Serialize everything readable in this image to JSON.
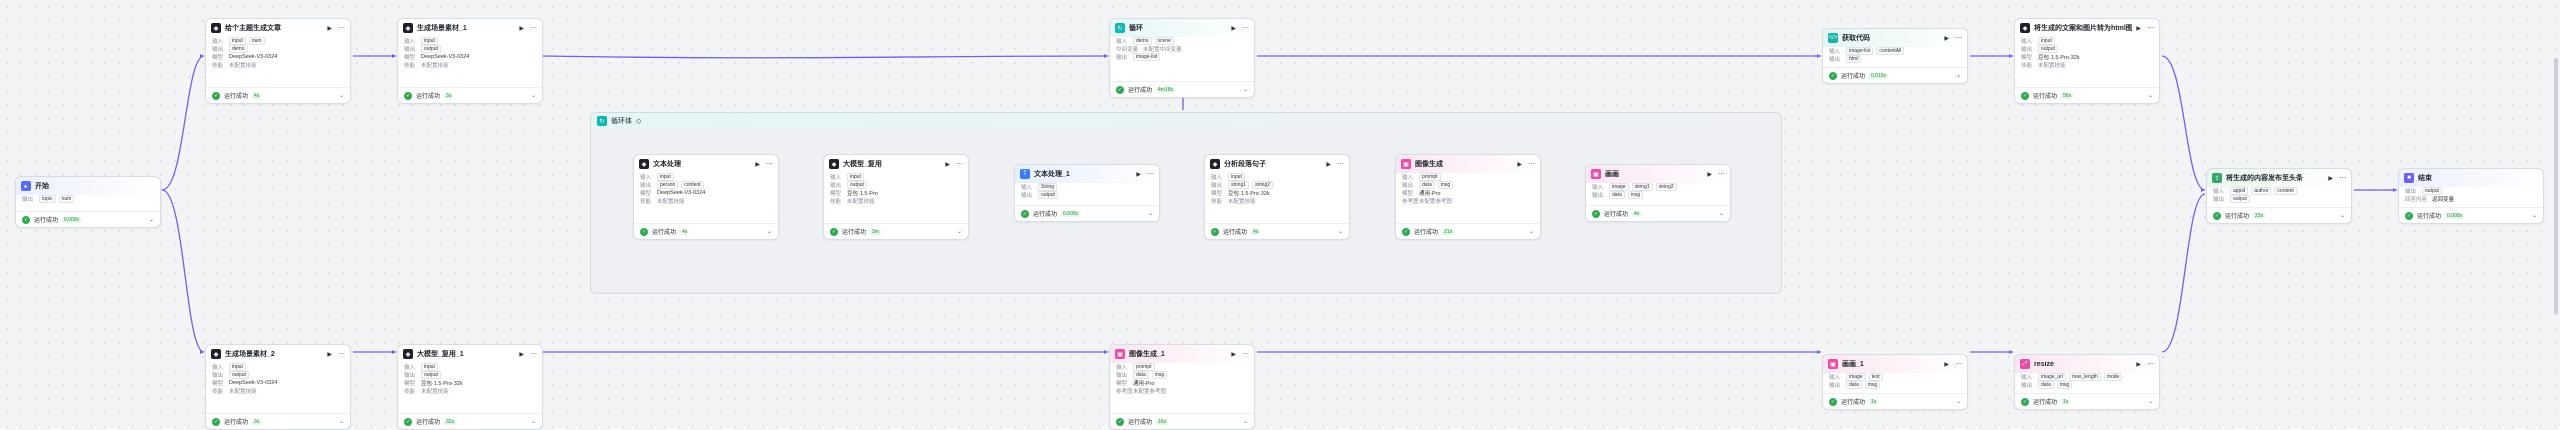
{
  "status_label": "运行成功",
  "loop_title": "循环体",
  "edge_color": "#6e62e6",
  "nodes": {
    "start": {
      "title": "开始",
      "icon": "start-icon",
      "out_label": "输出",
      "out_vars": [
        "topic",
        "num"
      ],
      "duration": "0.000s"
    },
    "main_article": {
      "title": "给个主题生成文章",
      "icon": "model-icon",
      "in_label": "输入",
      "in_vars": [
        "input",
        "num"
      ],
      "out_label": "输出",
      "out_vars": [
        "demo"
      ],
      "model_label": "模型",
      "model": "DeepSeek-V3-0324",
      "skill_label": "技能",
      "skill": "未配置技能",
      "duration": "4s"
    },
    "scene_material_1": {
      "title": "生成场景素材_1",
      "icon": "model-icon",
      "in_label": "输入",
      "in_vars": [
        "input"
      ],
      "out_label": "输出",
      "out_vars": [
        "output"
      ],
      "model_label": "模型",
      "model": "DeepSeek-V3-0324",
      "skill_label": "技能",
      "skill": "未配置技能",
      "duration": "3s"
    },
    "scene_material_2": {
      "title": "生成场景素材_2",
      "icon": "model-icon",
      "in_label": "输入",
      "in_vars": [
        "input"
      ],
      "out_label": "输出",
      "out_vars": [
        "output"
      ],
      "model_label": "模型",
      "model": "DeepSeek-V3-0324",
      "skill_label": "技能",
      "skill": "未配置技能",
      "duration": "3s"
    },
    "loop": {
      "title": "循环",
      "icon": "loop-icon",
      "in_label": "输入",
      "in_vars": [
        "demo",
        "scene"
      ],
      "var_label": "中间变量",
      "var_value": "未配置中间变量",
      "out_label": "输出",
      "out_vars": [
        "image-list"
      ],
      "duration": "4m18s"
    },
    "big_model_2": {
      "title": "大模型_复用_1",
      "icon": "model-icon",
      "in_label": "输入",
      "in_vars": [
        "input"
      ],
      "out_label": "输出",
      "out_vars": [
        "output"
      ],
      "model_label": "模型",
      "model": "豆包·1.5·Pro·32k",
      "skill_label": "技能",
      "skill": "未配置技能",
      "duration": "32s"
    },
    "img_gen_2": {
      "title": "图像生成_1",
      "icon": "image-gen-icon",
      "in_label": "输入",
      "in_vars": [
        "prompt"
      ],
      "out_label": "输出",
      "out_vars": [
        "data",
        "msg"
      ],
      "model_label": "模型",
      "model": "通用-Pro",
      "ref_label": "参考图",
      "ref": "未配置参考图",
      "duration": "16s"
    },
    "code": {
      "title": "获取代码",
      "icon": "code-icon",
      "in_label": "输入",
      "in_vars": [
        "image-list",
        "contentAll"
      ],
      "out_label": "输出",
      "out_vars": [
        "html"
      ],
      "duration": "0.015s"
    },
    "html_image": {
      "title": "将生成的文案和图片转为html图像",
      "icon": "model-icon",
      "in_label": "输入",
      "in_vars": [
        "input"
      ],
      "out_label": "输出",
      "out_vars": [
        "output"
      ],
      "model_label": "模型",
      "model": "豆包·1.5·Pro·32k",
      "skill_label": "技能",
      "skill": "未配置技能",
      "duration": "56s"
    },
    "plugin_1": {
      "title": "画画_1",
      "icon": "image-gen-icon",
      "in_label": "输入",
      "in_vars": [
        "image",
        "text"
      ],
      "out_label": "输出",
      "out_vars": [
        "data",
        "msg"
      ],
      "duration": "1s"
    },
    "resize": {
      "title": "resize",
      "icon": "resize-icon",
      "in_label": "输入",
      "in_vars": [
        "image_url",
        "max_length",
        "mode"
      ],
      "out_label": "输出",
      "out_vars": [
        "data",
        "msg"
      ],
      "duration": "1s"
    },
    "publish": {
      "title": "将生成的内容发布至头条",
      "icon": "publish-icon",
      "in_label": "输入",
      "in_vars": [
        "appid",
        "author",
        "content"
      ],
      "out_label": "输出",
      "out_vars": [
        "output"
      ],
      "duration": "23s"
    },
    "end": {
      "title": "结束",
      "icon": "end-icon",
      "out_label": "输出",
      "out_vars": [
        "output"
      ],
      "mode_label": "回答内容",
      "mode": "返回变量",
      "duration": "0.000s"
    },
    "text_extract": {
      "title": "文本处理",
      "icon": "model-icon",
      "in_label": "输入",
      "in_vars": [
        "input"
      ],
      "out_label": "输出",
      "out_vars": [
        "person",
        "content"
      ],
      "model_label": "模型",
      "model": "DeepSeek-V3-0324",
      "skill_label": "技能",
      "skill": "未配置技能",
      "duration": "4s"
    },
    "big_model_1": {
      "title": "大模型_复用",
      "icon": "model-icon",
      "in_label": "输入",
      "in_vars": [
        "input"
      ],
      "out_label": "输出",
      "out_vars": [
        "output"
      ],
      "model_label": "模型",
      "model": "豆包·1.5·Pro",
      "skill_label": "技能",
      "skill": "未配置技能",
      "duration": "2m"
    },
    "text_proc": {
      "title": "文本处理_1",
      "icon": "text-icon",
      "in_label": "输入",
      "in_vars": [
        "String"
      ],
      "out_label": "输出",
      "out_vars": [
        "output"
      ],
      "duration": "0.000s"
    },
    "batch": {
      "title": "分析段落句子",
      "icon": "model-icon",
      "in_label": "输入",
      "in_vars": [
        "input"
      ],
      "out_label": "输出",
      "out_vars": [
        "string1",
        "string2"
      ],
      "model_label": "模型",
      "model": "豆包·1.5·Pro·32k",
      "skill_label": "技能",
      "skill": "未配置技能",
      "duration": "4s"
    },
    "img_gen_1": {
      "title": "图像生成",
      "icon": "image-gen-icon",
      "in_label": "输入",
      "in_vars": [
        "prompt"
      ],
      "out_label": "输出",
      "out_vars": [
        "data",
        "msg"
      ],
      "model_label": "模型",
      "model": "通用-Pro",
      "ref_label": "参考图",
      "ref": "未配置参考图",
      "duration": "21s"
    },
    "plugin_0": {
      "title": "画画",
      "icon": "image-gen-icon",
      "in_label": "输入",
      "in_vars": [
        "image",
        "string1",
        "string2"
      ],
      "out_label": "输出",
      "out_vars": [
        "data",
        "msg"
      ],
      "duration": "4s"
    }
  }
}
